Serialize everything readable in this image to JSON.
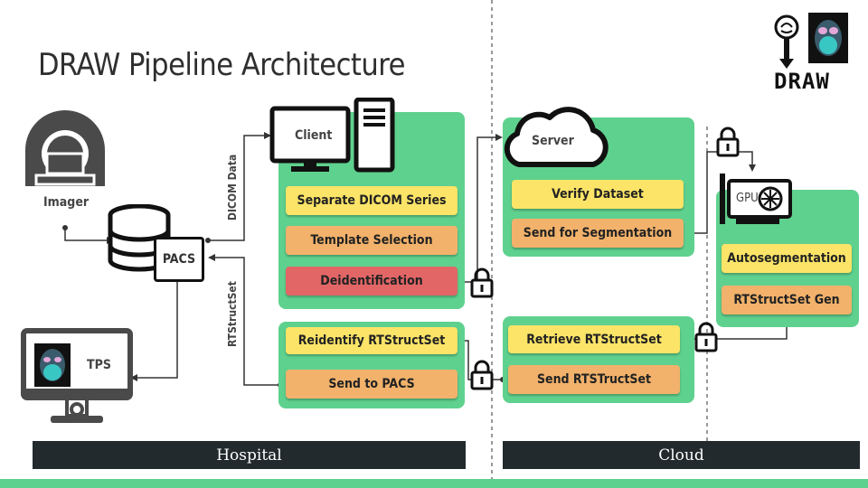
{
  "title": "DRAW Pipeline Architecture",
  "logo": {
    "text": "DRAW",
    "icon": "draw-logo-icon"
  },
  "devices": {
    "imager": "Imager",
    "pacs": "PACS",
    "tps": "TPS",
    "client": "Client",
    "server": "Server",
    "gpu": "GPU"
  },
  "connections": {
    "dicom_data": "DICOM Data",
    "rtstructset": "RTStructSet"
  },
  "client_steps": [
    "Separate DICOM Series",
    "Template Selection",
    "Deidentification"
  ],
  "hospital_return_steps": [
    "Reidentify RTStructSet",
    "Send to PACS"
  ],
  "server_steps": [
    "Verify Dataset",
    "Send for Segmentation"
  ],
  "server_return_steps": [
    "Retrieve RTStructSet",
    "Send RTSTructSet"
  ],
  "gpu_steps": [
    "Autosegmentation",
    "RTStructSet Gen"
  ],
  "footer": {
    "hospital": "Hospital",
    "cloud": "Cloud"
  },
  "colors": {
    "panel": "#5fd18e",
    "yellow_step": "#fbe467",
    "orange_step": "#f2b26b",
    "red_step": "#e26666",
    "footer_bg": "#222a2d"
  }
}
